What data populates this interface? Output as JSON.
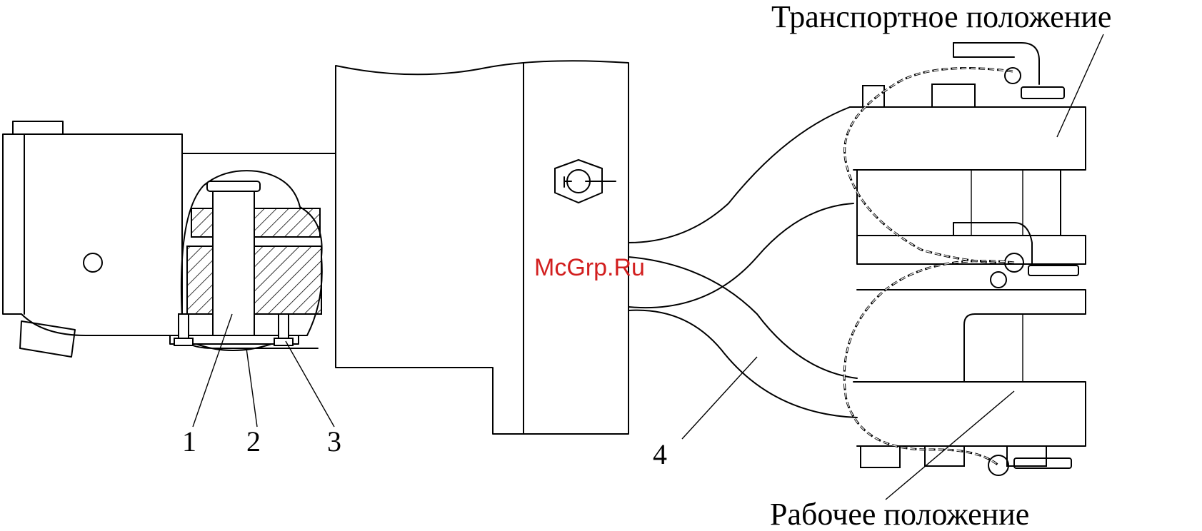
{
  "labels": {
    "transport_position": "Транспортное положение",
    "working_position": "Рабочее положение"
  },
  "callouts": [
    "1",
    "2",
    "3",
    "4"
  ],
  "watermark": "McGrp.Ru",
  "colors": {
    "line": "#000000",
    "background": "#ffffff",
    "watermark": "#d21f1f"
  }
}
